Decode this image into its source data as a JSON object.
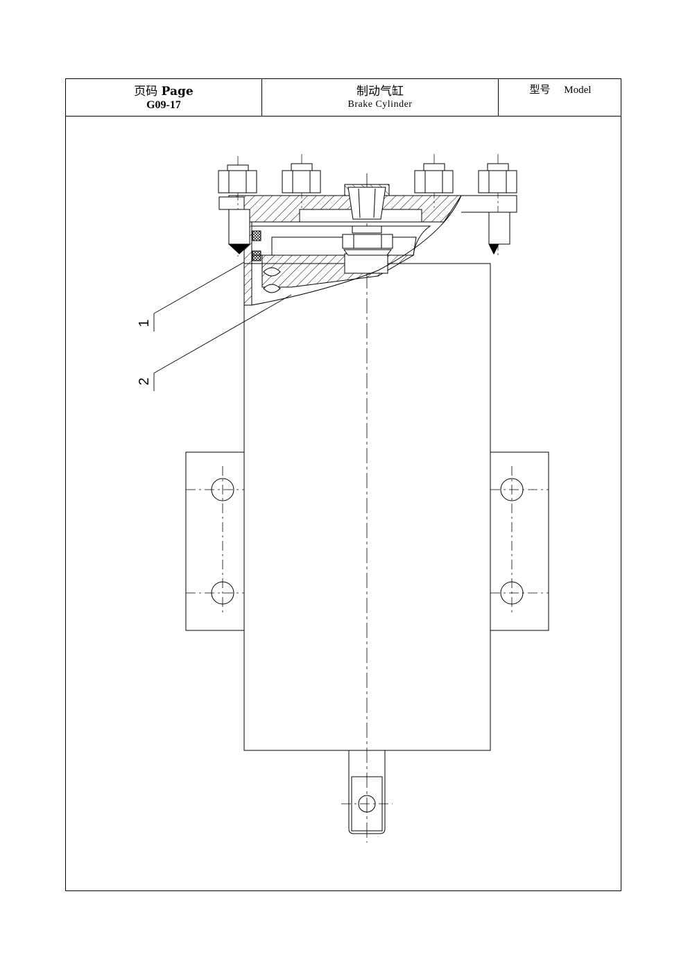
{
  "header": {
    "page_label_cn": "页码",
    "page_label_en": "Page",
    "page_number": "G09-17",
    "title_cn": "制动气缸",
    "title_en": "Brake Cylinder",
    "model_label_cn": "型号",
    "model_label_en": "Model"
  },
  "drawing": {
    "callouts": [
      "1",
      "2"
    ]
  }
}
